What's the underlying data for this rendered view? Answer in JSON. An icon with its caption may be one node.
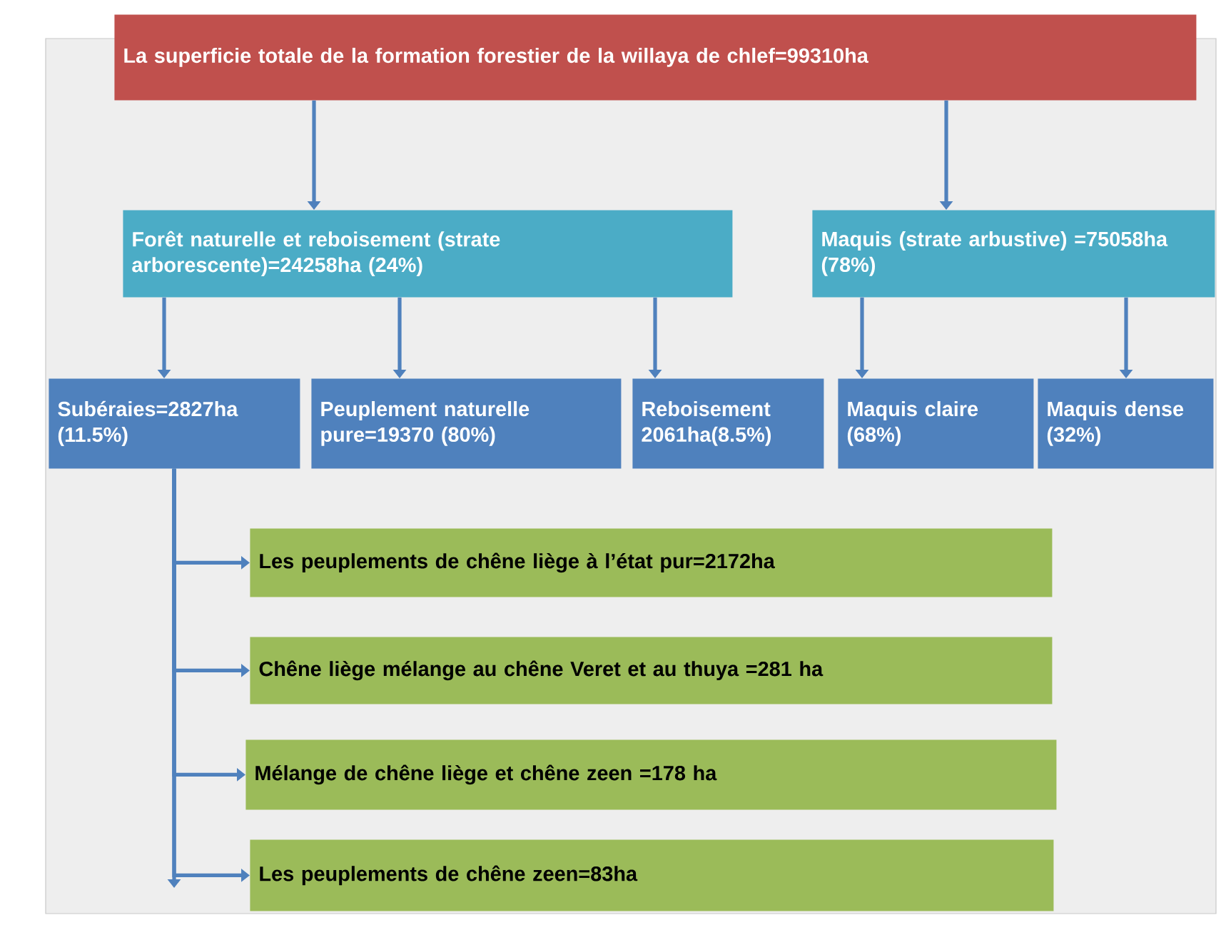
{
  "diagram": {
    "nodes": [
      {
        "text": [
          "La superficie totale de la formation forestier de la willaya de chlef=99310ha"
        ]
      },
      {
        "text": [
          "Forêt naturelle et  reboisement (strate arborescente)=24258ha (24%)"
        ]
      },
      {
        "text": [
          "Maquis (strate arbustive) =75058ha (78%)"
        ]
      },
      {
        "text": [
          "Subéraies=2827ha (11.5%)"
        ]
      },
      {
        "text": [
          "Peuplement naturelle pure=19370 (80%)"
        ]
      },
      {
        "text": [
          "Reboisement 2061ha(8.5%)"
        ]
      },
      {
        "text": [
          "Maquis claire (68%)"
        ]
      },
      {
        "text": [
          "Maquis dense (32%)"
        ]
      },
      {
        "text": [
          "Les peuplements de chêne liège à l’état pur=2172ha"
        ]
      },
      {
        "text": [
          "Chêne liège  mélange au chêne Veret et au thuya =281 ha"
        ]
      },
      {
        "text": [
          "Mélange de chêne liège et chêne zeen =178 ha"
        ]
      },
      {
        "text": [
          "Les peuplements de chêne zeen=83ha"
        ]
      }
    ],
    "edges": [
      {
        "from": 0,
        "to": 1,
        "arrow": "to"
      },
      {
        "from": 0,
        "to": 2,
        "arrow": "to"
      },
      {
        "from": 1,
        "to": 3,
        "arrow": "to"
      },
      {
        "from": 1,
        "to": 4,
        "arrow": "to"
      },
      {
        "from": 1,
        "to": 5,
        "arrow": "to"
      },
      {
        "from": 2,
        "to": 6,
        "arrow": "to"
      },
      {
        "from": 2,
        "to": 7,
        "arrow": "to"
      },
      {
        "from": 3,
        "to": 8,
        "arrow": "to"
      },
      {
        "from": 3,
        "to": 9,
        "arrow": "to"
      },
      {
        "from": 3,
        "to": 10,
        "arrow": "to"
      },
      {
        "from": 3,
        "to": 11,
        "arrow": "to"
      },
      {
        "from": 3,
        "to": null,
        "arrow": "to"
      }
    ]
  }
}
